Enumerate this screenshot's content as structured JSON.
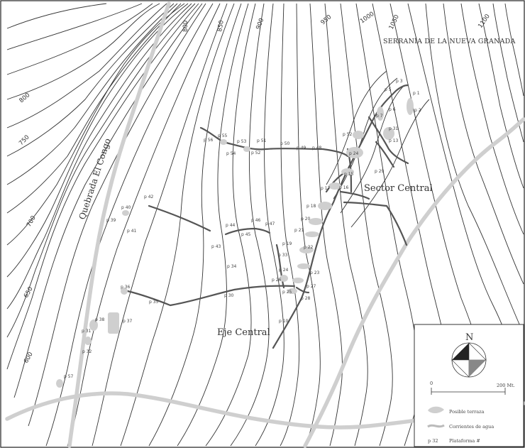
{
  "map": {
    "region_label": "SERRANÍA DE LA NUEVA GRANADA",
    "river_label": "Quebrada El Congo",
    "sector_label": "Sector Central",
    "axis_label": "Eje Central",
    "elevations": [
      {
        "text": "800",
        "id": "e800a"
      },
      {
        "text": "850",
        "id": "e850"
      },
      {
        "text": "900",
        "id": "e900"
      },
      {
        "text": "950",
        "id": "e950"
      },
      {
        "text": "1000",
        "id": "e1000"
      },
      {
        "text": "1050",
        "id": "e1050"
      },
      {
        "text": "1100",
        "id": "e1100"
      },
      {
        "text": "800",
        "id": "e800b"
      },
      {
        "text": "750",
        "id": "e750"
      },
      {
        "text": "700",
        "id": "e700"
      },
      {
        "text": "650",
        "id": "e650"
      },
      {
        "text": "600",
        "id": "e600"
      }
    ],
    "platforms": [
      "p 1",
      "p 2",
      "p 3",
      "p 6",
      "p 5",
      "p 7",
      "p 31",
      "p 13",
      "p 52",
      "p 24",
      "p 29",
      "p 15",
      "p 16",
      "p 17",
      "p 18",
      "p 20",
      "p 21",
      "p 22",
      "p 19",
      "p 33",
      "p 23",
      "p 24",
      "p 26",
      "p 27",
      "p 25",
      "p 28",
      "p 10",
      "p 55",
      "p 56",
      "p 54",
      "p 53",
      "p 52",
      "p 51",
      "p 50",
      "p 49",
      "p 48",
      "p 42",
      "p 40",
      "p 39",
      "p 41",
      "p 44",
      "p 46",
      "p 47",
      "p 45",
      "p 43",
      "p 34",
      "p 36",
      "p 35",
      "p 30",
      "p 38",
      "p 37",
      "p 31",
      "p 32",
      "p 57"
    ]
  },
  "legend": {
    "north": "N",
    "scale_start": "0",
    "scale_end": "200 Mt.",
    "items": [
      {
        "label": "Posible terraza",
        "icon": "terrace-icon"
      },
      {
        "label": "Corrientes de agua",
        "icon": "water-current-icon"
      },
      {
        "label": "Plataforma #",
        "prefix": "p 32",
        "icon": "platform-label-icon"
      }
    ]
  }
}
